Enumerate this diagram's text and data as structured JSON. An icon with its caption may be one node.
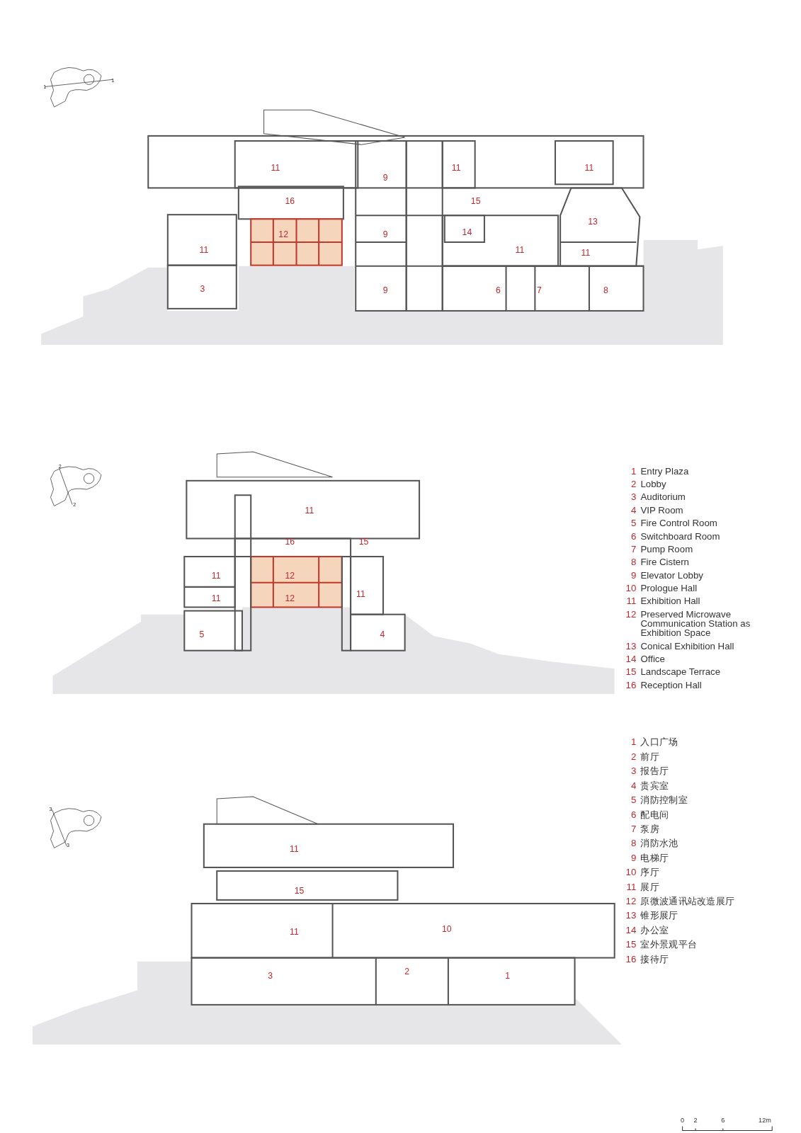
{
  "diagram": {
    "labels": [
      "1",
      "1",
      "11",
      "9",
      "11",
      "11",
      "16",
      "15",
      "13",
      "12",
      "9",
      "14",
      "11",
      "11",
      "11",
      "3",
      "9",
      "6",
      "7",
      "8",
      "2",
      "2",
      "11",
      "16",
      "15",
      "11",
      "12",
      "11",
      "12",
      "11",
      "5",
      "4",
      "1",
      "Entry Plaza",
      "2",
      "Lobby",
      "3",
      "Auditorium",
      "4",
      "VIP Room",
      "5",
      "Fire Control Room",
      "6",
      "Switchboard Room",
      "7",
      "Pump Room",
      "8",
      "Fire Cistern",
      "9",
      "Elevator Lobby",
      "10",
      "Prologue Hall",
      "11",
      "Exhibition Hall",
      "12",
      "Preserved Microwave Communication Station as Exhibition Space",
      "13",
      "Conical Exhibition Hall",
      "14",
      "Office",
      "15",
      "Landscape Terrace",
      "16",
      "Reception Hall",
      "3",
      "3",
      "11",
      "15",
      "11",
      "10",
      "3",
      "2",
      "1",
      "1",
      "入口广场",
      "2",
      "前厅",
      "3",
      "报告厅",
      "4",
      "贵宾室",
      "5",
      "消防控制室",
      "6",
      "配电间",
      "7",
      "泵房",
      "8",
      "消防水池",
      "9",
      "电梯厅",
      "10",
      "序厅",
      "11",
      "展厅",
      "12",
      "原微波通讯站改造展厅",
      "13",
      "锥形展厅",
      "14",
      "办公室",
      "15",
      "室外景观平台",
      "16",
      "接待厅",
      "0",
      "2",
      "6",
      "12m"
    ]
  }
}
